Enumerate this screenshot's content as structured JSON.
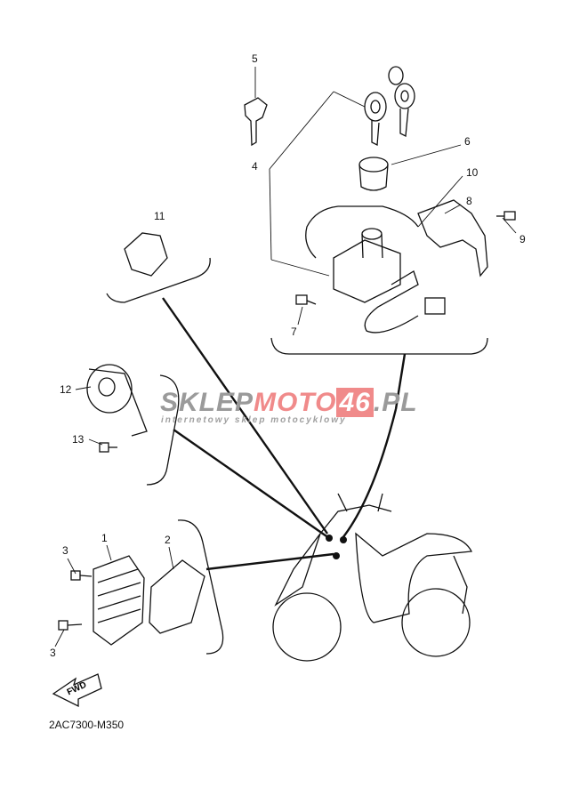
{
  "diagram": {
    "code": "2AC7300-M350",
    "fwd_label": "FWD",
    "callouts": [
      "5",
      "6",
      "10",
      "8",
      "9",
      "4",
      "11",
      "7",
      "12",
      "13",
      "1",
      "2",
      "3",
      "3"
    ]
  },
  "watermark": {
    "part1": "SKLEP",
    "part2": "MOTO",
    "part3": "46",
    "part4": ".PL",
    "tagline": "internetowy sklep motocyklowy"
  }
}
